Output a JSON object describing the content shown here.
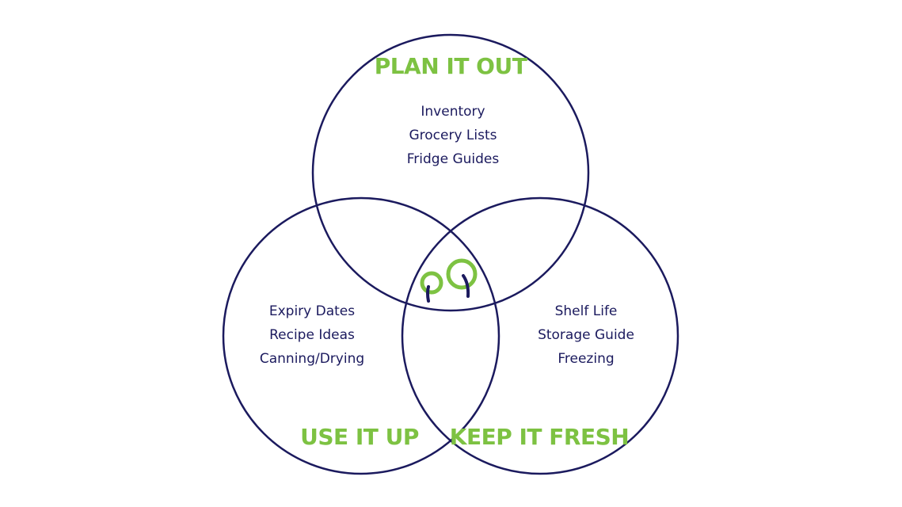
{
  "colors": {
    "outline": "#1b1a5e",
    "accent": "#7dc242",
    "text": "#1b1a5e",
    "background": "#ffffff"
  },
  "plan": {
    "title": "PLAN IT OUT",
    "items": [
      "Inventory",
      "Grocery Lists",
      "Fridge Guides"
    ]
  },
  "use": {
    "title": "USE IT UP",
    "items": [
      "Expiry Dates",
      "Recipe Ideas",
      "Canning/Drying"
    ]
  },
  "keep": {
    "title": "KEEP IT FRESH",
    "items": [
      "Shelf Life",
      "Storage Guide",
      "Freezing"
    ]
  },
  "center_logo": {
    "icon": "two-peas-logo-icon"
  }
}
